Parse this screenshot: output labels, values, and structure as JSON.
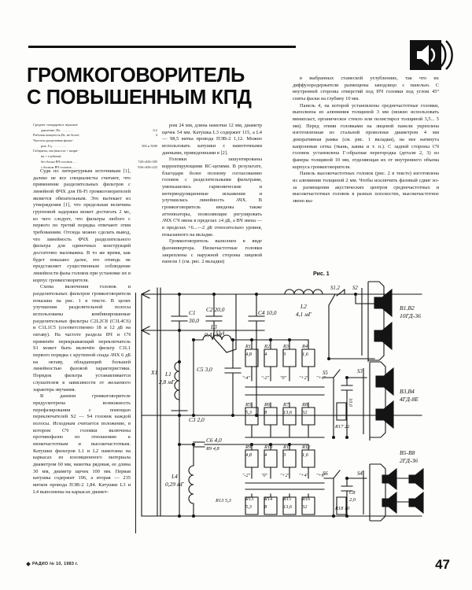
{
  "document": {
    "title_line1": "ГРОМКОГОВОРИТЕЛЬ",
    "title_line2": "С ПОВЫШЕННЫМ КПД",
    "page_number": "47",
    "footer": "РАДИО № 10, 1983 г.",
    "figure_caption": "Рис. 1",
    "masthead_icon": "speaker-icon"
  },
  "specs": {
    "rows": [
      {
        "label": "Среднее стандартное звуковое",
        "value": ""
      },
      {
        "label": "давление, Па . . . . . . .",
        "value": "0,2",
        "indent": true
      },
      {
        "label": "Рабочая мощность,Вт, не более",
        "value": "4"
      },
      {
        "label": "Частоты разделения фильт-",
        "value": ""
      },
      {
        "label": "ров, Гц. . . . . . . . .",
        "value": "500 и 5000",
        "indent": true
      },
      {
        "label": "Габариты, мм (высота × шири-",
        "value": ""
      },
      {
        "label": "на × глубина):",
        "value": "",
        "indent": true
      },
      {
        "label": "без блока ВЧ головок . . .",
        "value": "740×400×385",
        "indent": true
      },
      {
        "label": "с блоком ВЧ головок . . .",
        "value": "936×400×425",
        "indent": true
      }
    ]
  },
  "column1": {
    "paragraphs": [
      "Судя по литературным источникам [1], далеко не все специалисты считают, что применение разделительных фильтров с линейной ФЧХ для Hi-Fi громкоговорителей является обязательным. Это вытекает из утверждения [1], что предельная величина групповой задержки может достигать 2 мс, из чего следует, что фильтры любого с первого по третий порядка отвечают этим требованиям. Отсюда можно сделать вывод, что линейность ФЧХ разделительного фильтра для одиночных конструкций достаточно маловажна. В то же время, как будет показано далее, это отнюдь не представляет существенным соблюдение линейности фазы головок при установке их в корпус громкоговорителя.",
      "Схема включения головок и разделительных фильтров громкоговорителя показана на рис. 1 в тексте. В целях улучшения разделительной полосы использованы комбинированные разделительные фильтры С2L2C8 (C3L4C6) и C1L1C5 (соответственно 18 и 12 дБ на октаву). На частоте раздела ВЧ и СЧ применён перекрывающий переключатель S1 может быть включён фильтр C1L1 первого порядка с крутизной спада АЧХ 6 дБ на октаву, обладающий большей линейностью фазовой характеристики. Порядок фильтра устанавливается слушателем в зависимости от желаемого характера звучания.",
      "В данном громкоговорителе предусмотрена возможность перефазирования с помощью переключателей S2 — S4 головок каждой полосы. Исходным считается положение, в котором СЧ головки включены противофазно по отношению к низкочастотным и высокочастотным. Катушки фильтров L1 и L2 намотаны на каркасах из изоляционного материала диаметром 60 мм, намотка рядовая, ее длина 30 мм, диаметр щечек 100 мм. Первая катушка содержит 196, а вторая — 235 витков провода ПЭВ-2 1,84. Катушки L3 и L4 выполнены на каркасах диамет-"
    ]
  },
  "column2": {
    "paragraphs": [
      "ром 24 мм, длина намотки 12 мм, диаметр щечек 54 мм. Катушка L3 содержит 115, а L4 — 98,5 витка провода ПЭВ-2 1,12. Можно использовать катушки с намоточными данными, приведенными в [2].",
      "Головки зашунтированы корректирующими RC-цепями. В результате, благодаря более полному согласованию головок с разделительными фильтрами, уменьшились гармонические и интермодуляционные искажения и улучшилась линейность АЧХ. В громкоговоритель введены также аттенюаторы, позволяющие регулировать АЧХ СЧ звена в пределах ±4 дБ, а ВЧ звена — в пределах +6...—2 дБ относительно уровня, показанного на вкладке.",
      "Громкоговоритель выполнен в виде фазоинвертора. Низкочастотные головки закреплены с наружной стороны лицевой панели 1 (см. рис. 2 вкладки)"
    ]
  },
  "column3": {
    "paragraphs": [
      "в выбранных стамеской углублениях, так что их диффузородержатели размещены заподлицо с панелью. С внутренней стороны отверстий под НЧ головки под углом 45° сняты фаски на глубину 10 мм.",
      "Панель 4, на которой установлены среднечастотные головки, выполнена из алюминия толщиной 3 мм (можно использовать винипласт, органическое стекло или полистирол толщиной 3,5... 5 мм). Перед этими головками на лицевой панели укреплена изготовленная из стальной проволоки диаметром 4 мм декоративная рамка (см. рис. 1 вкладки), на нее натянута капроновая сетка (ткань, канва и т. п.). С задней стороны СЧ головок установлена Г-образная перегородка (детали 2, 3) из фанеры толщиной 10 мм, отделяющая их от внутреннего объема корпуса громкоговорителя.",
      "Панель высокочастотных головок (рис. 2 в тексте) изготовлена из алюминия толщиной 2 мм. Чтобы исключить фазовый сдвиг из-за размещения акустических центров среднечастотных и высокочастотных головок в разных плоскостях, высокочастотное звено вы-"
    ]
  },
  "schematic": {
    "terminal": "X1",
    "capacitors": [
      {
        "ref": "C1",
        "value": "30,0"
      },
      {
        "ref": "C2",
        "value": "20,0"
      },
      {
        "ref": "C4",
        "value": "10,0"
      },
      {
        "ref": "C3",
        "value": "2,0"
      },
      {
        "ref": "C5",
        "value": "3,0"
      },
      {
        "ref": "C6",
        "value": "4,0"
      },
      {
        "ref": "C7",
        "value": "10,0"
      },
      {
        "ref": "C8",
        "value": "2,0"
      }
    ],
    "inductors": [
      {
        "ref": "L1",
        "value": "2,8 мГ"
      },
      {
        "ref": "L2",
        "value": "4,1 мГ"
      },
      {
        "ref": "L3",
        "value": "0,41 мГ"
      },
      {
        "ref": "L4",
        "value": "0,29 мГ"
      }
    ],
    "resistors": [
      {
        "ref": "R1",
        "value": "4,8",
        "tap": "\"-4\""
      },
      {
        "ref": "R2",
        "value": "4",
        "tap": "\"-2\""
      },
      {
        "ref": "R3",
        "value": "3",
        "tap": "\"0\""
      },
      {
        "ref": "R4",
        "value": "1,6",
        "tap": "\"+2\""
      },
      {
        "ref": "R5",
        "value": "5,3",
        "tap": ""
      },
      {
        "ref": "R6",
        "value": "8",
        "tap": ""
      },
      {
        "ref": "R7",
        "value": "13,6",
        "tap": ""
      },
      {
        "ref": "R8",
        "value": "32",
        "tap": ""
      },
      {
        "ref": "R9",
        "value": "4,8",
        "tap": "\"-2\""
      },
      {
        "ref": "R10",
        "value": "4",
        "tap": "\"0\""
      },
      {
        "ref": "R11",
        "value": "3",
        "tap": "\"+2\""
      },
      {
        "ref": "R12",
        "value": "1,6",
        "tap": "\"+4\""
      },
      {
        "ref": "R13",
        "value": "5,3",
        "tap": ""
      },
      {
        "ref": "R14",
        "value": "8",
        "tap": ""
      },
      {
        "ref": "R15",
        "value": "13,6",
        "tap": ""
      },
      {
        "ref": "R16",
        "value": "32",
        "tap": ""
      },
      {
        "ref": "R17",
        "value": "22",
        "tap": ""
      },
      {
        "ref": "R18",
        "value": "10",
        "tap": ""
      }
    ],
    "switches": [
      "S1.1",
      "S1.2",
      "S2",
      "S3",
      "S4",
      "S5",
      "S6"
    ],
    "speakers": [
      {
        "refs": "B1,B2",
        "model": "10ГД-36"
      },
      {
        "refs": "B3,B4",
        "model": "4ГД-8Е"
      },
      {
        "refs": "B5-B8",
        "model": "2ГД-36"
      }
    ],
    "tap_labels_top": [
      "\"-4\"",
      "\"-2\"",
      "\"0\"",
      "\"+2\"",
      "\"+4\""
    ],
    "tap_labels_bottom": [
      "\"-2\"",
      "\"0\"",
      "\"+2\"",
      "\"+4\"",
      "\"+6\""
    ]
  }
}
